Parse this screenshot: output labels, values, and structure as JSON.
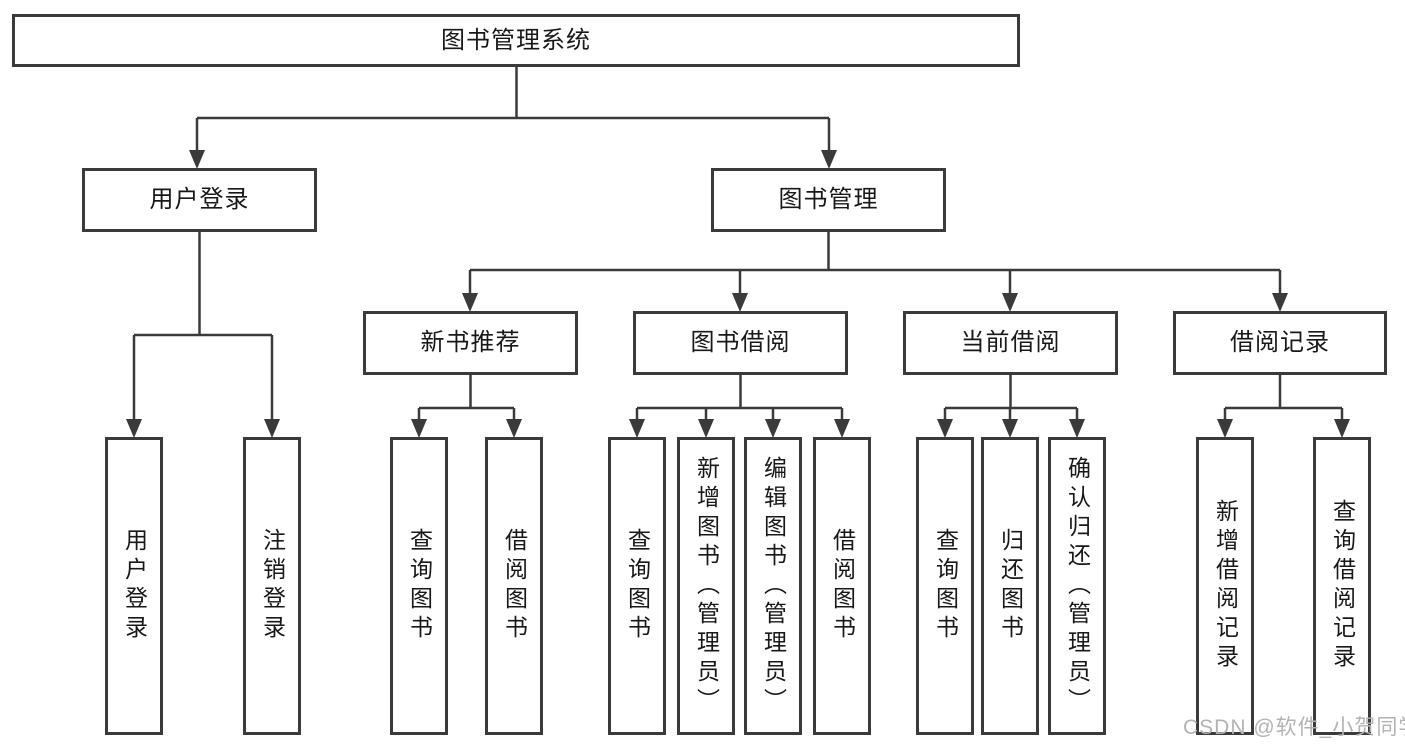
{
  "tree": {
    "root": {
      "label": "图书管理系统"
    },
    "children": [
      {
        "label": "用户登录",
        "children": [
          {
            "label": "用户登录"
          },
          {
            "label": "注销登录"
          }
        ]
      },
      {
        "label": "图书管理",
        "children": [
          {
            "label": "新书推荐",
            "children": [
              {
                "label": "查询图书"
              },
              {
                "label": "借阅图书"
              }
            ]
          },
          {
            "label": "图书借阅",
            "children": [
              {
                "label": "查询图书"
              },
              {
                "label": "新增图书（管理员）"
              },
              {
                "label": "编辑图书（管理员）"
              },
              {
                "label": "借阅图书"
              }
            ]
          },
          {
            "label": "当前借阅",
            "children": [
              {
                "label": "查询图书"
              },
              {
                "label": "归还图书"
              },
              {
                "label": "确认归还（管理员）"
              }
            ]
          },
          {
            "label": "借阅记录",
            "children": [
              {
                "label": "新增借阅记录"
              },
              {
                "label": "查询借阅记录"
              }
            ]
          }
        ]
      }
    ]
  },
  "watermark": {
    "text": "CSDN @软件_小贺同学"
  },
  "colors": {
    "line": "#3a3a3a",
    "text": "#181818",
    "watermark": "#b3b3b3",
    "background": "#ffffff"
  }
}
